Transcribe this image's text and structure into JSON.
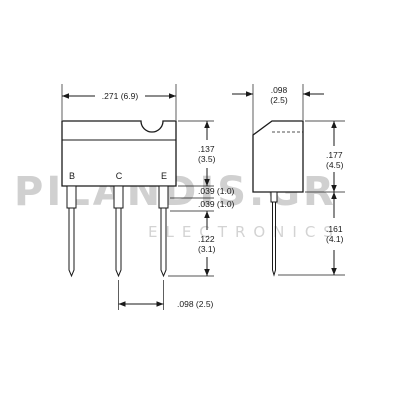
{
  "watermark": {
    "brand": "PILANDIS.GR",
    "tagline": "ELECTRONICS"
  },
  "pins": {
    "left": "B",
    "center": "C",
    "right": "E"
  },
  "dimensions": {
    "overall_width": ".271 (6.9)",
    "body_height_in": ".137",
    "body_height_mm": "(3.5)",
    "gap_upper": ".039 (1.0)",
    "gap_lower": ".039 (1.0)",
    "lead_length_in": ".122",
    "lead_length_mm": "(3.1)",
    "pin_pitch": ".098 (2.5)",
    "side_thickness_in": ".098",
    "side_thickness_mm": "(2.5)",
    "side_body_in": ".177",
    "side_body_mm": "(4.5)",
    "side_lead_in": ".161",
    "side_lead_mm": "(4.1)"
  }
}
